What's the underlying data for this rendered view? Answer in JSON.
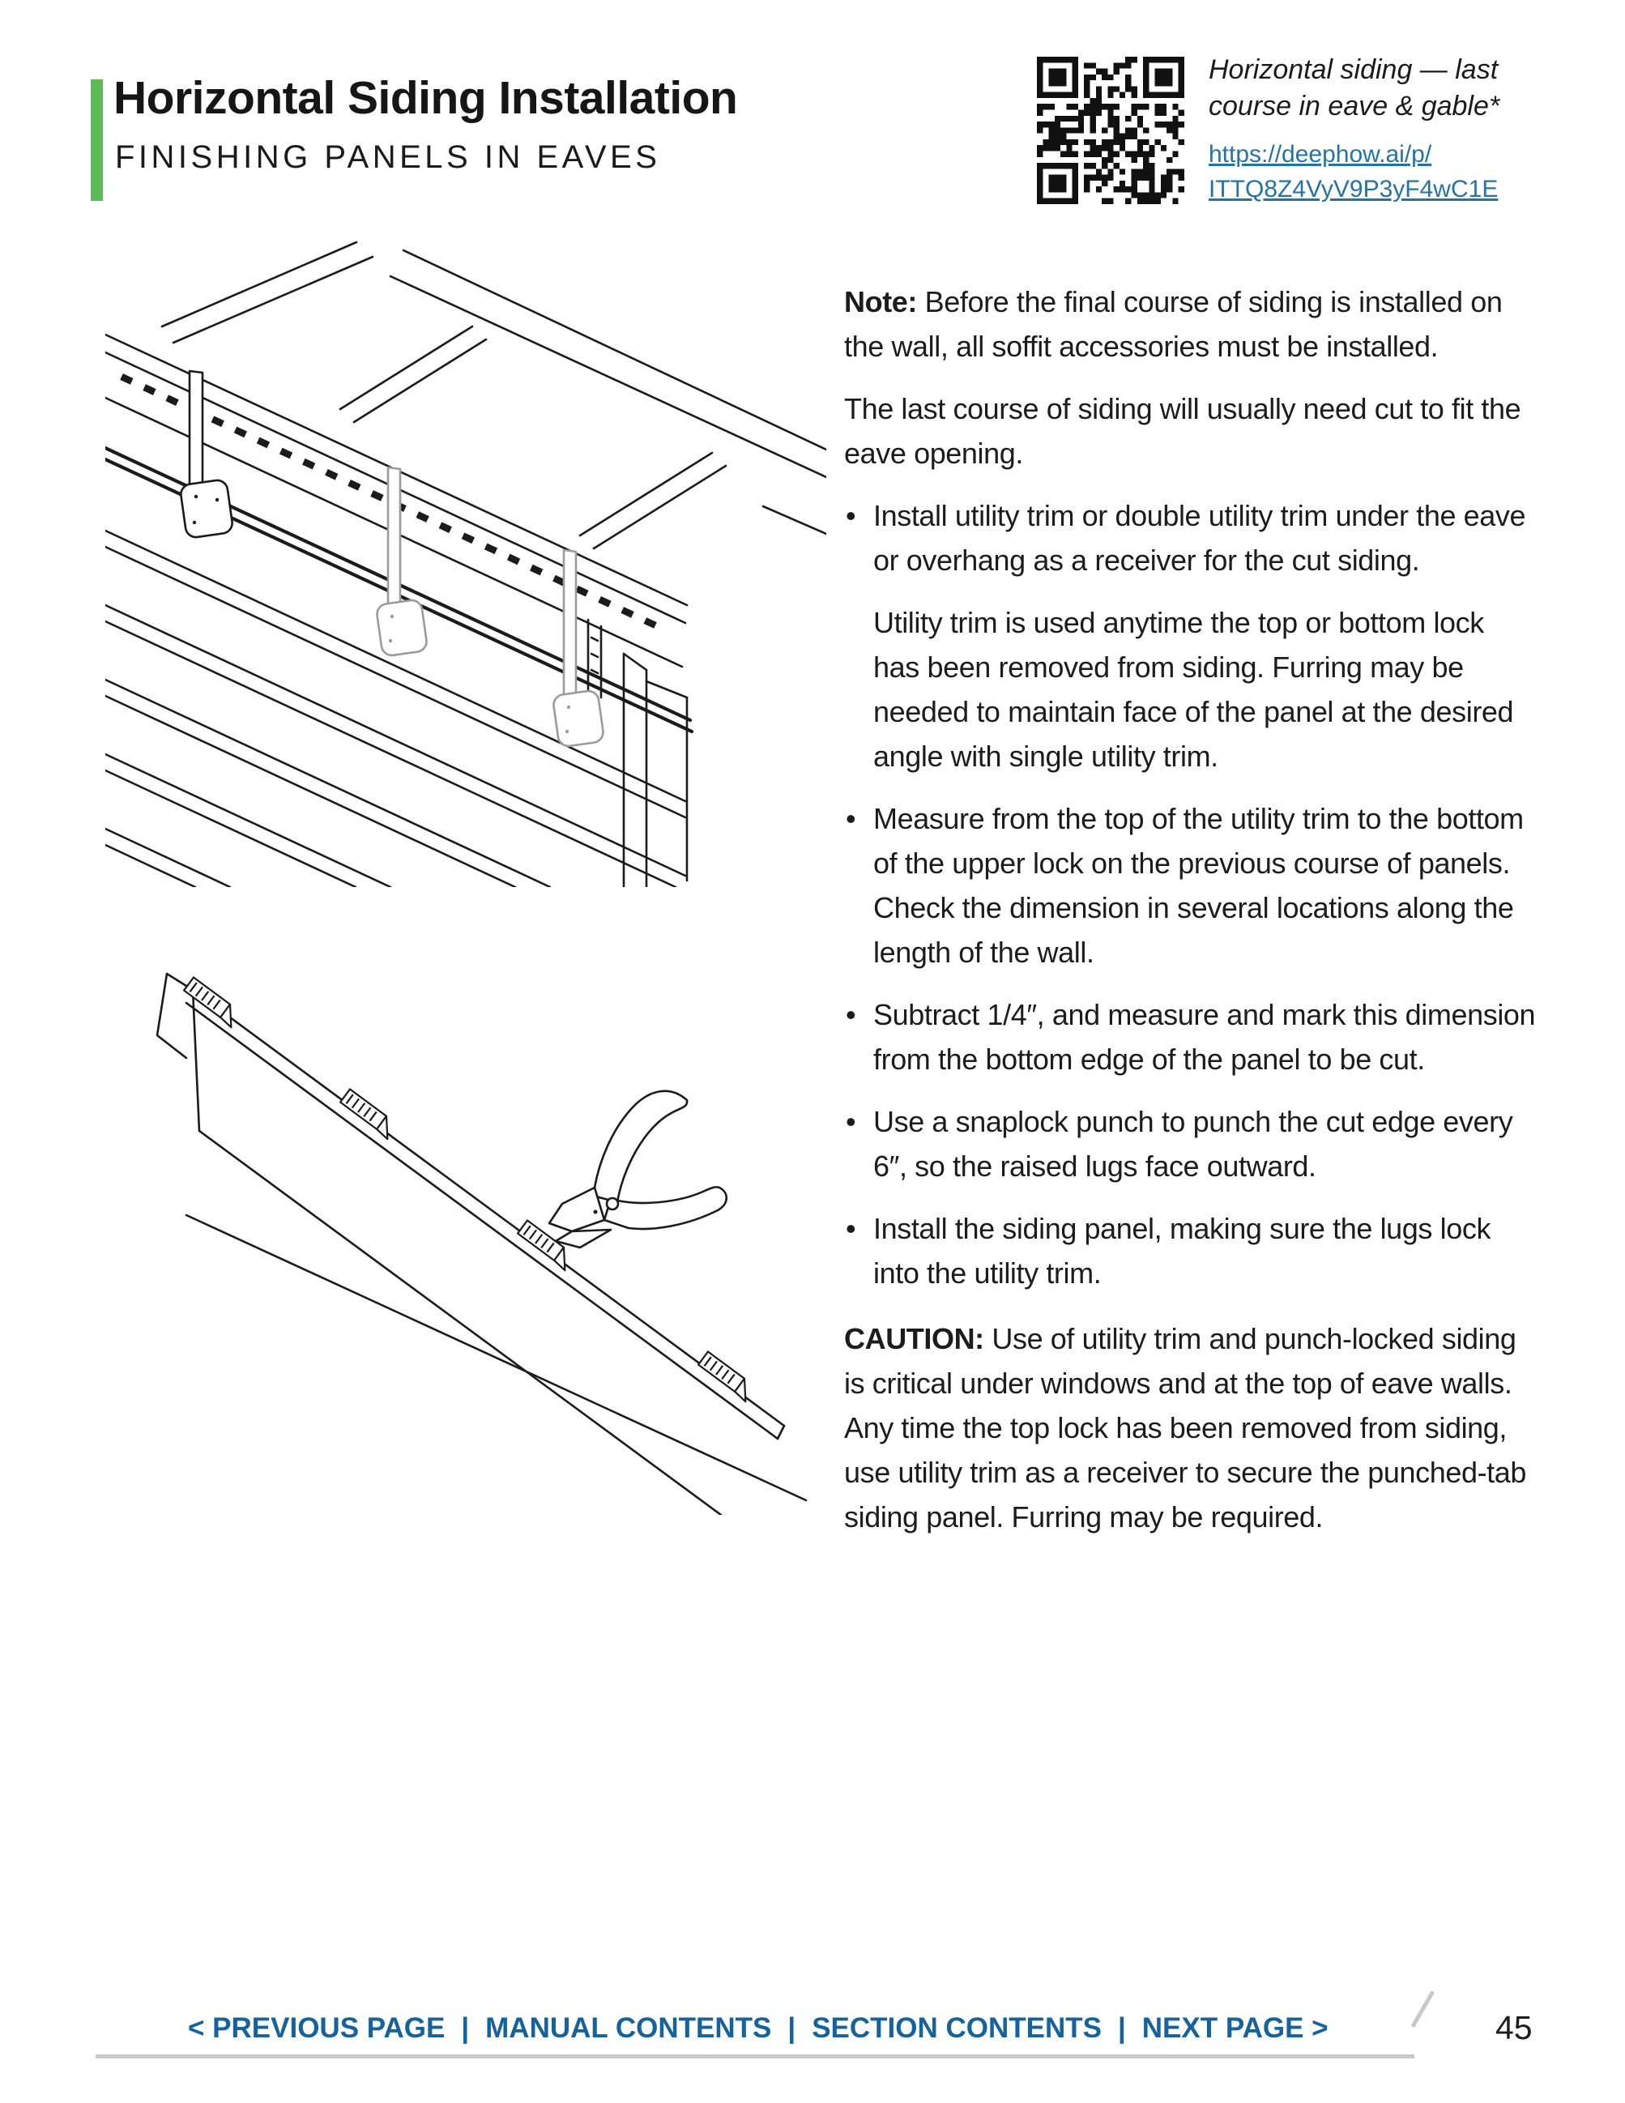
{
  "page": {
    "title": "Horizontal Siding Installation",
    "subtitle": "FINISHING PANELS IN EAVES",
    "page_number": "45"
  },
  "qr": {
    "caption": "Horizontal siding — last course in eave & gable*",
    "link_line1": "https://deephow.ai/p/",
    "link_line2": "ITTQ8Z4VyV9P3yF4wC1E",
    "alt": "QR code linking to deephow video"
  },
  "body": {
    "note_label": "Note:",
    "note_text": "Before the final course of siding is installed on the wall, all soffit accessories must be installed.",
    "intro": "The last course of siding will usually need cut to fit the eave opening.",
    "bullets": [
      {
        "text": "Install utility trim or double utility trim under the eave or overhang as a receiver for the cut siding.",
        "sub": "Utility trim is used anytime the top or bottom lock has been removed from siding. Furring may be needed to maintain face of the panel at the desired angle with single utility trim."
      },
      {
        "text": "Measure from the top of the utility trim to the bottom of the upper lock on the previous course of panels. Check the dimension in several locations along the length of the wall."
      },
      {
        "text": "Subtract 1/4″, and measure and mark this dimension from the bottom edge of the panel to be cut."
      },
      {
        "text": "Use a snaplock punch to punch the cut edge every 6″, so the raised lugs face outward."
      },
      {
        "text": "Install the siding panel, making sure the lugs lock into the utility trim."
      }
    ],
    "caution_label": "CAUTION:",
    "caution_text": "Use of utility trim and punch-locked siding is critical under windows and at the top of eave walls. Any time the top lock has been removed from siding, use utility trim as a receiver to secure the punched-tab siding panel. Furring may be required."
  },
  "footer": {
    "links": [
      "< PREVIOUS PAGE",
      "MANUAL CONTENTS",
      "SECTION CONTENTS",
      "NEXT PAGE >"
    ],
    "separator": "|"
  },
  "colors": {
    "accent_green": "#5CBA58",
    "link_blue": "#2373AB",
    "footer_blue": "#15639E",
    "rule_gray": "#C9C9C9"
  },
  "figures": {
    "eave_illustration": "Utility trim installed under the eave with soffit framing and furring straps",
    "panel_illustration": "Cut siding panel with snaplock-punched lugs and a snaplock punch tool"
  }
}
